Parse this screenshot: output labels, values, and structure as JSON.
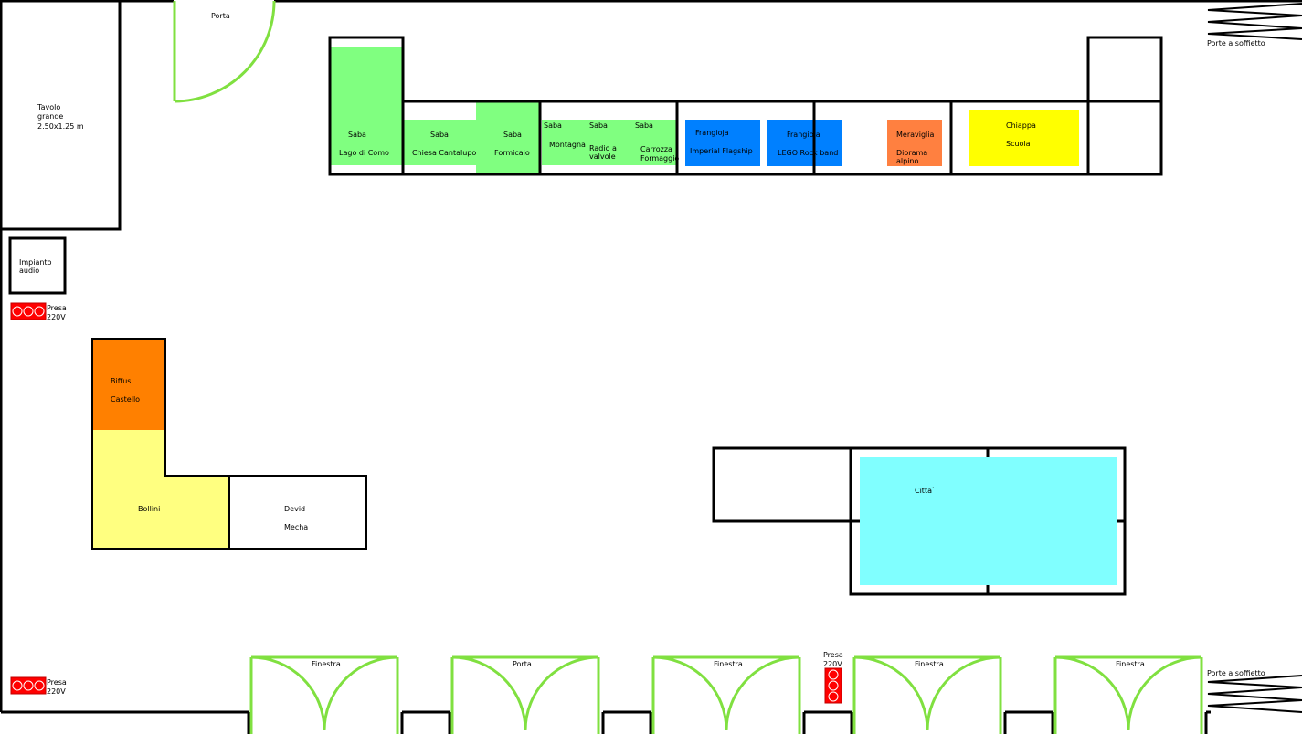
{
  "colors": {
    "wall": "#000000",
    "door": "#80e040",
    "saba": "#80ff80",
    "frangioja": "#0080ff",
    "meraviglia": "#ff8040",
    "chiappa": "#ffff00",
    "biffus": "#ff8000",
    "bollini": "#ffff80",
    "citta": "#80ffff",
    "outlet": "#ff0000"
  },
  "labels": {
    "porta_top": "Porta",
    "porte_soffietto": "Porte a soffietto",
    "tavolo_line1": "Tavolo",
    "tavolo_line2": "grande",
    "tavolo_line3": "2.50x1.25 m",
    "impianto_line1": "Impianto",
    "impianto_line2": "audio",
    "presa": "Presa",
    "volt": "220V",
    "finestra": "Finestra",
    "porta_bottom": "Porta"
  },
  "exhibits": {
    "saba_1_name": "Saba",
    "saba_1_title": "Lago di Como",
    "saba_2_name": "Saba",
    "saba_2_title": "Chiesa Cantalupo",
    "saba_3_name": "Saba",
    "saba_3_title": "Formicaio",
    "saba_4_name": "Saba",
    "saba_4_title": "Montagna",
    "saba_5_name": "Saba",
    "saba_5_title_line1": "Radio a",
    "saba_5_title_line2": "valvole",
    "saba_6_name": "Saba",
    "saba_6_title_line1": "Carrozza",
    "saba_6_title_line2": "Formaggio",
    "frangioja_1_name": "Frangioja",
    "frangioja_1_title": "Imperial Flagship",
    "frangioja_2_name": "Frangioja",
    "frangioja_2_title": "LEGO Rock band",
    "meraviglia_name": "Meraviglia",
    "meraviglia_title_line1": "Diorama",
    "meraviglia_title_line2": "alpino",
    "chiappa_name": "Chiappa",
    "chiappa_title": "Scuola",
    "biffus_name": "Biffus",
    "biffus_title": "Castello",
    "bollini_name": "Bollini",
    "devid_name": "Devid",
    "devid_title": "Mecha",
    "citta_name": "Citta`"
  }
}
